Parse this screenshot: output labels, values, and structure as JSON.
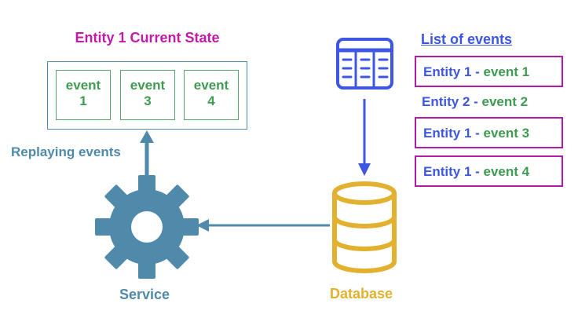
{
  "state_title": "Entity 1 Current State",
  "state_events": [
    {
      "line1": "event",
      "line2": "1"
    },
    {
      "line1": "event",
      "line2": "3"
    },
    {
      "line1": "event",
      "line2": "4"
    }
  ],
  "replay_label": "Replaying events",
  "service_label": "Service",
  "database_label": "Database",
  "events_list": {
    "heading": "List of events",
    "items": [
      {
        "entity": "Entity 1",
        "sep": " - ",
        "event": "event 1",
        "highlighted": true
      },
      {
        "entity": "Entity 2",
        "sep": " - ",
        "event": "event 2",
        "highlighted": false
      },
      {
        "entity": "Entity 1",
        "sep": " - ",
        "event": "event 3",
        "highlighted": true
      },
      {
        "entity": "Entity 1",
        "sep": " - ",
        "event": "event 4",
        "highlighted": true
      }
    ]
  },
  "colors": {
    "service": "#4f8aaa",
    "database": "#e2b12f",
    "table_icon": "#3d57e3",
    "highlight": "#b11ca6",
    "event_text": "#3f9a52",
    "entity_text": "#3d57e3"
  }
}
